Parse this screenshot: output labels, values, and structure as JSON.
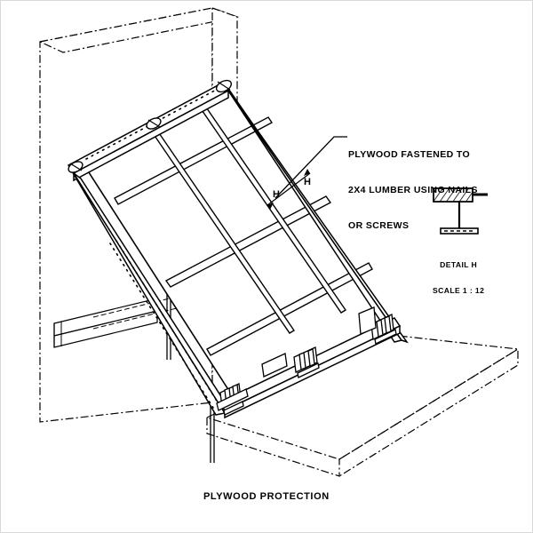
{
  "drawing": {
    "title": "PLYWOOD PROTECTION",
    "type": "isometric-technical-drawing",
    "line_color": "#000000",
    "background_color": "#ffffff",
    "border_color": "#d8d8d8"
  },
  "callout": {
    "line1": "PLYWOOD FASTENED TO",
    "line2": "2X4 LUMBER USING NAILS",
    "line3": "OR SCREWS"
  },
  "detail": {
    "name": "DETAIL H",
    "scale": "SCALE 1 : 12"
  },
  "section_marks": {
    "left": "H",
    "right": "H"
  },
  "caption": "PLYWOOD PROTECTION"
}
